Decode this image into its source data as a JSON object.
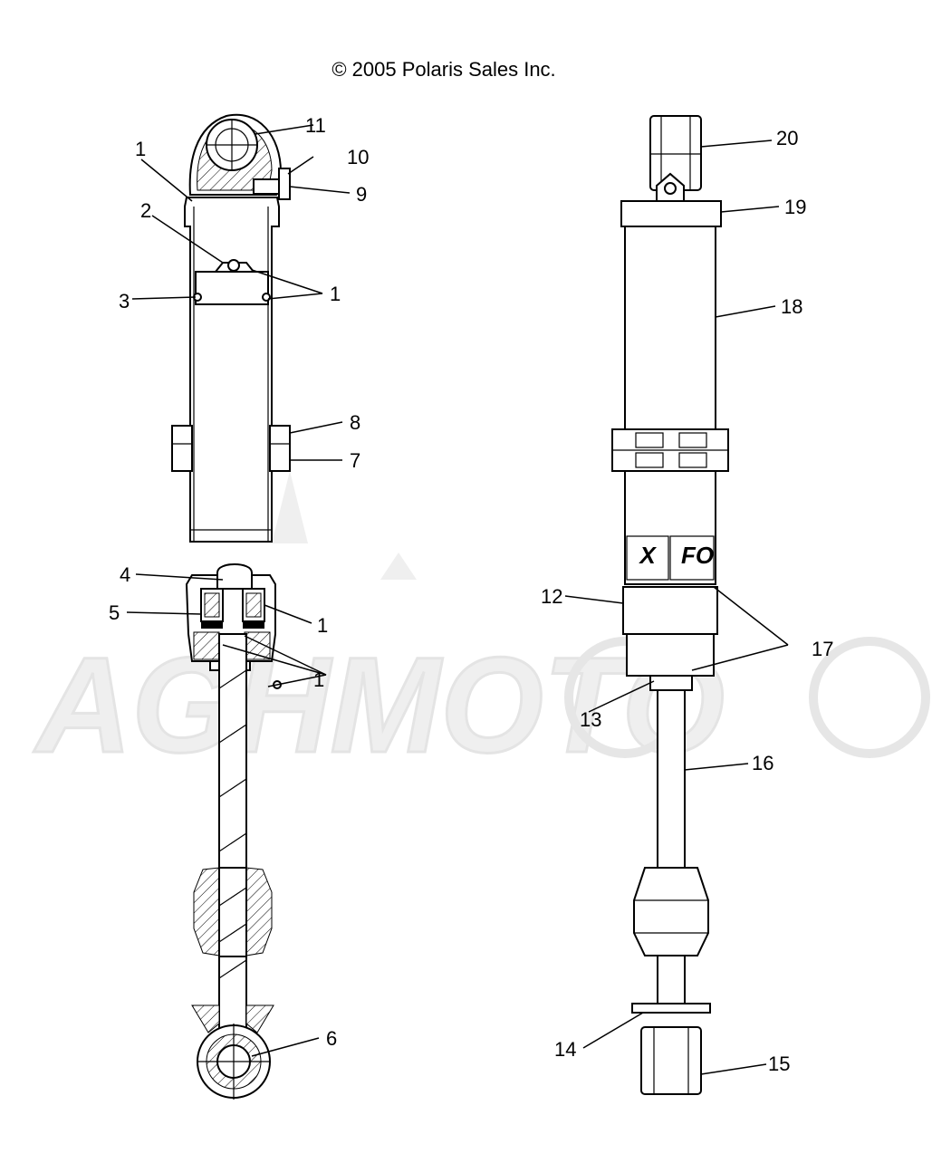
{
  "header": {
    "copyright": "© 2005 Polaris Sales Inc."
  },
  "watermark": {
    "text": "AGHMOTO",
    "color": "#e8e8e8"
  },
  "callouts": {
    "c1a": "1",
    "c1b": "1",
    "c1c": "1",
    "c1d": "1",
    "c2": "2",
    "c3": "3",
    "c4": "4",
    "c5": "5",
    "c6": "6",
    "c7": "7",
    "c8": "8",
    "c9": "9",
    "c10": "10",
    "c11": "11",
    "c12": "12",
    "c13": "13",
    "c14": "14",
    "c15": "15",
    "c16": "16",
    "c17": "17",
    "c18": "18",
    "c19": "19",
    "c20": "20"
  },
  "label_fragments": {
    "fox_left": "X",
    "fox_right": "FO"
  }
}
